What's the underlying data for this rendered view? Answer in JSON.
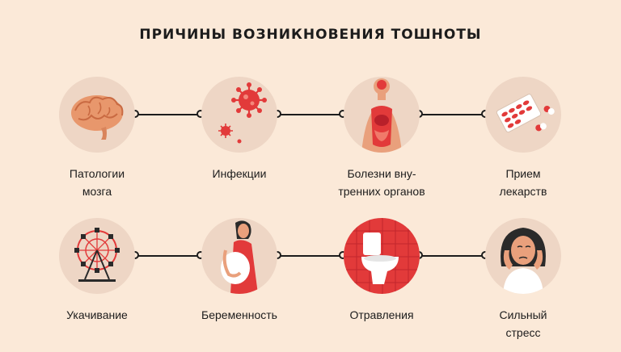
{
  "title": "ПРИЧИНЫ ВОЗНИКНОВЕНИЯ ТОШНОТЫ",
  "colors": {
    "background": "#fbe9d8",
    "circle": "#eed6c5",
    "accent_red": "#e23a3a",
    "line": "#1c1c1c"
  },
  "causes": [
    {
      "line1": "Патологии",
      "line2": "мозга",
      "icon": "brain-icon"
    },
    {
      "line1": "Инфекции",
      "line2": "",
      "icon": "virus-icon"
    },
    {
      "line1": "Болезни вну-",
      "line2": "тренних органов",
      "icon": "internal-organs-icon"
    },
    {
      "line1": "Прием",
      "line2": "лекарств",
      "icon": "pills-icon"
    },
    {
      "line1": "Укачивание",
      "line2": "",
      "icon": "ferris-wheel-icon"
    },
    {
      "line1": "Беременность",
      "line2": "",
      "icon": "pregnant-woman-icon"
    },
    {
      "line1": "Отравления",
      "line2": "",
      "icon": "toilet-icon"
    },
    {
      "line1": "Сильный",
      "line2": "стресс",
      "icon": "stressed-woman-icon"
    }
  ]
}
